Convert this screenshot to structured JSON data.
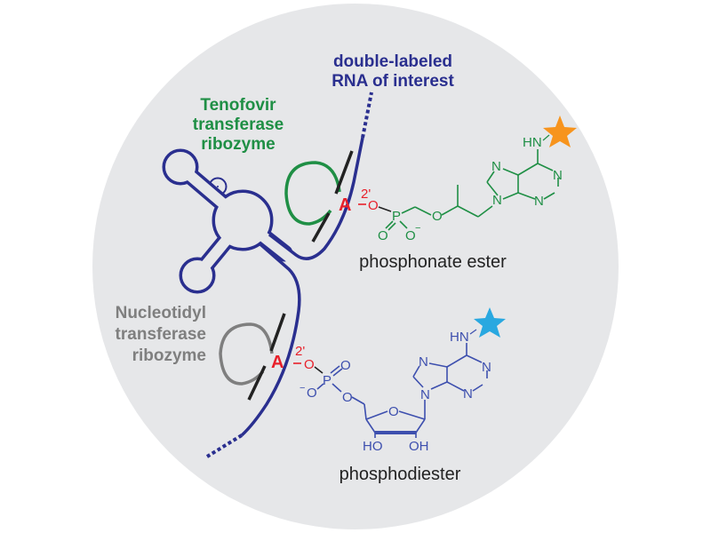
{
  "labels": {
    "rna": [
      "double-labeled",
      "RNA of interest"
    ],
    "tenofovir": [
      "Tenofovir",
      "transferase",
      "ribozyme"
    ],
    "nucleotidyl": [
      "Nucleotidyl",
      "transferase",
      "ribozyme"
    ],
    "phosphonate": "phosphonate ester",
    "phosphodiester": "phosphodiester"
  },
  "top_chem": {
    "A": "A",
    "prime": "2'",
    "O1": "O",
    "P": "P",
    "O2": "O",
    "O3": "O",
    "O4": "O",
    "N1": "N",
    "N2": "N",
    "N3": "N",
    "N4": "N",
    "HN": "HN",
    "minus": "−"
  },
  "bottom_chem": {
    "A": "A",
    "prime": "2'",
    "O1": "O",
    "P": "P",
    "O2": "O",
    "O3": "O",
    "O4": "O",
    "O5": "O",
    "HO": "HO",
    "OH": "OH",
    "N1": "N",
    "N2": "N",
    "N3": "N",
    "N4": "N",
    "HN": "HN",
    "minus": "−"
  },
  "colors": {
    "background_circle": "#e6e7e9",
    "rna": "#2a2f8f",
    "tenofovir": "#1f8f45",
    "nucleotidyl": "#7f7f7f",
    "adenosine": "#e8202a",
    "star_top": "#f7941d",
    "star_bottom": "#29a8e0",
    "nucleotide": "#3d4fae"
  }
}
